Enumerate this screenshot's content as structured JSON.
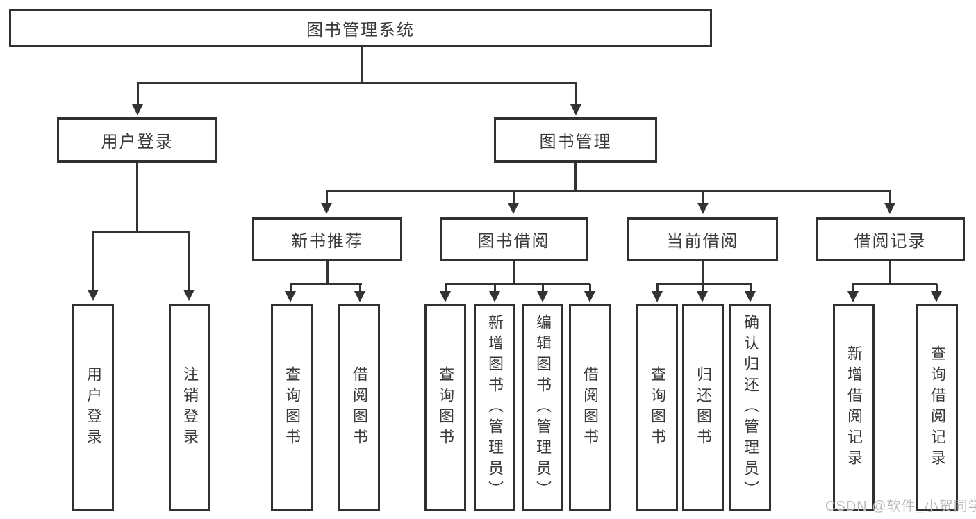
{
  "diagram": {
    "root": {
      "label": "图书管理系统"
    },
    "branches": [
      {
        "label": "用户登录",
        "leaves": [
          "用户登录",
          "注销登录"
        ]
      },
      {
        "label": "图书管理",
        "groups": [
          {
            "label": "新书推荐",
            "leaves": [
              "查询图书",
              "借阅图书"
            ]
          },
          {
            "label": "图书借阅",
            "leaves": [
              "查询图书",
              "新增图书（管理员）",
              "编辑图书（管理员）",
              "借阅图书"
            ]
          },
          {
            "label": "当前借阅",
            "leaves": [
              "查询图书",
              "归还图书",
              "确认归还（管理员）"
            ]
          },
          {
            "label": "借阅记录",
            "leaves": [
              "新增借阅记录",
              "查询借阅记录"
            ]
          }
        ]
      }
    ]
  },
  "watermark": {
    "text": "CSDN @软件_小贺同学"
  },
  "colors": {
    "line": "#333333",
    "text": "#3a3a3a",
    "watermark": "#bcbcbc",
    "background": "#ffffff"
  }
}
